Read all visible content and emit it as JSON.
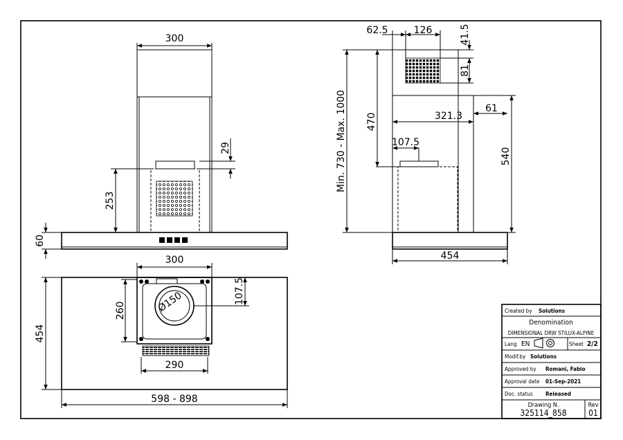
{
  "dimensions": {
    "front_width": "300",
    "front_inner_height": "253",
    "front_top_gap": "29",
    "front_hood_height": "60",
    "top_width": "300",
    "top_depth": "260",
    "top_offset": "107.5",
    "top_diameter": "Ø150",
    "top_bottom_width": "290",
    "top_total_depth": "454",
    "top_total_width": "598 - 898",
    "side_left_offset": "62.5",
    "side_top_width": "126",
    "side_top_height": "41.5",
    "side_grille_height": "81",
    "side_total_height": "Min. 730 - Max. 1000",
    "side_height_470": "470",
    "side_depth_321": "321.3",
    "side_back_61": "61",
    "side_inner_107": "107.5",
    "side_height_540": "540",
    "side_total_depth": "454"
  },
  "title_block": {
    "created_label": "Created by",
    "created_value": "Solutions",
    "denomination_label": "Denomination",
    "denomination_value": "DIMENSIONAL DRW STILUX-ALPINE",
    "lang_label": "Lang",
    "lang_value": "EN",
    "sheet_label": "Sheet",
    "sheet_value": "2/2",
    "modif_label": "Modif.by",
    "modif_value": "Solutions",
    "approved_label": "Approved by",
    "approved_value": "Romani, Fabio",
    "approval_date_label": "Approval date",
    "approval_date_value": "01-Sep-2021",
    "doc_status_label": "Doc. status",
    "doc_status_value": "Released",
    "drawing_label": "Drawing N.",
    "drawing_value": "325114_858",
    "rev_label": "Rev",
    "rev_value": "01"
  }
}
